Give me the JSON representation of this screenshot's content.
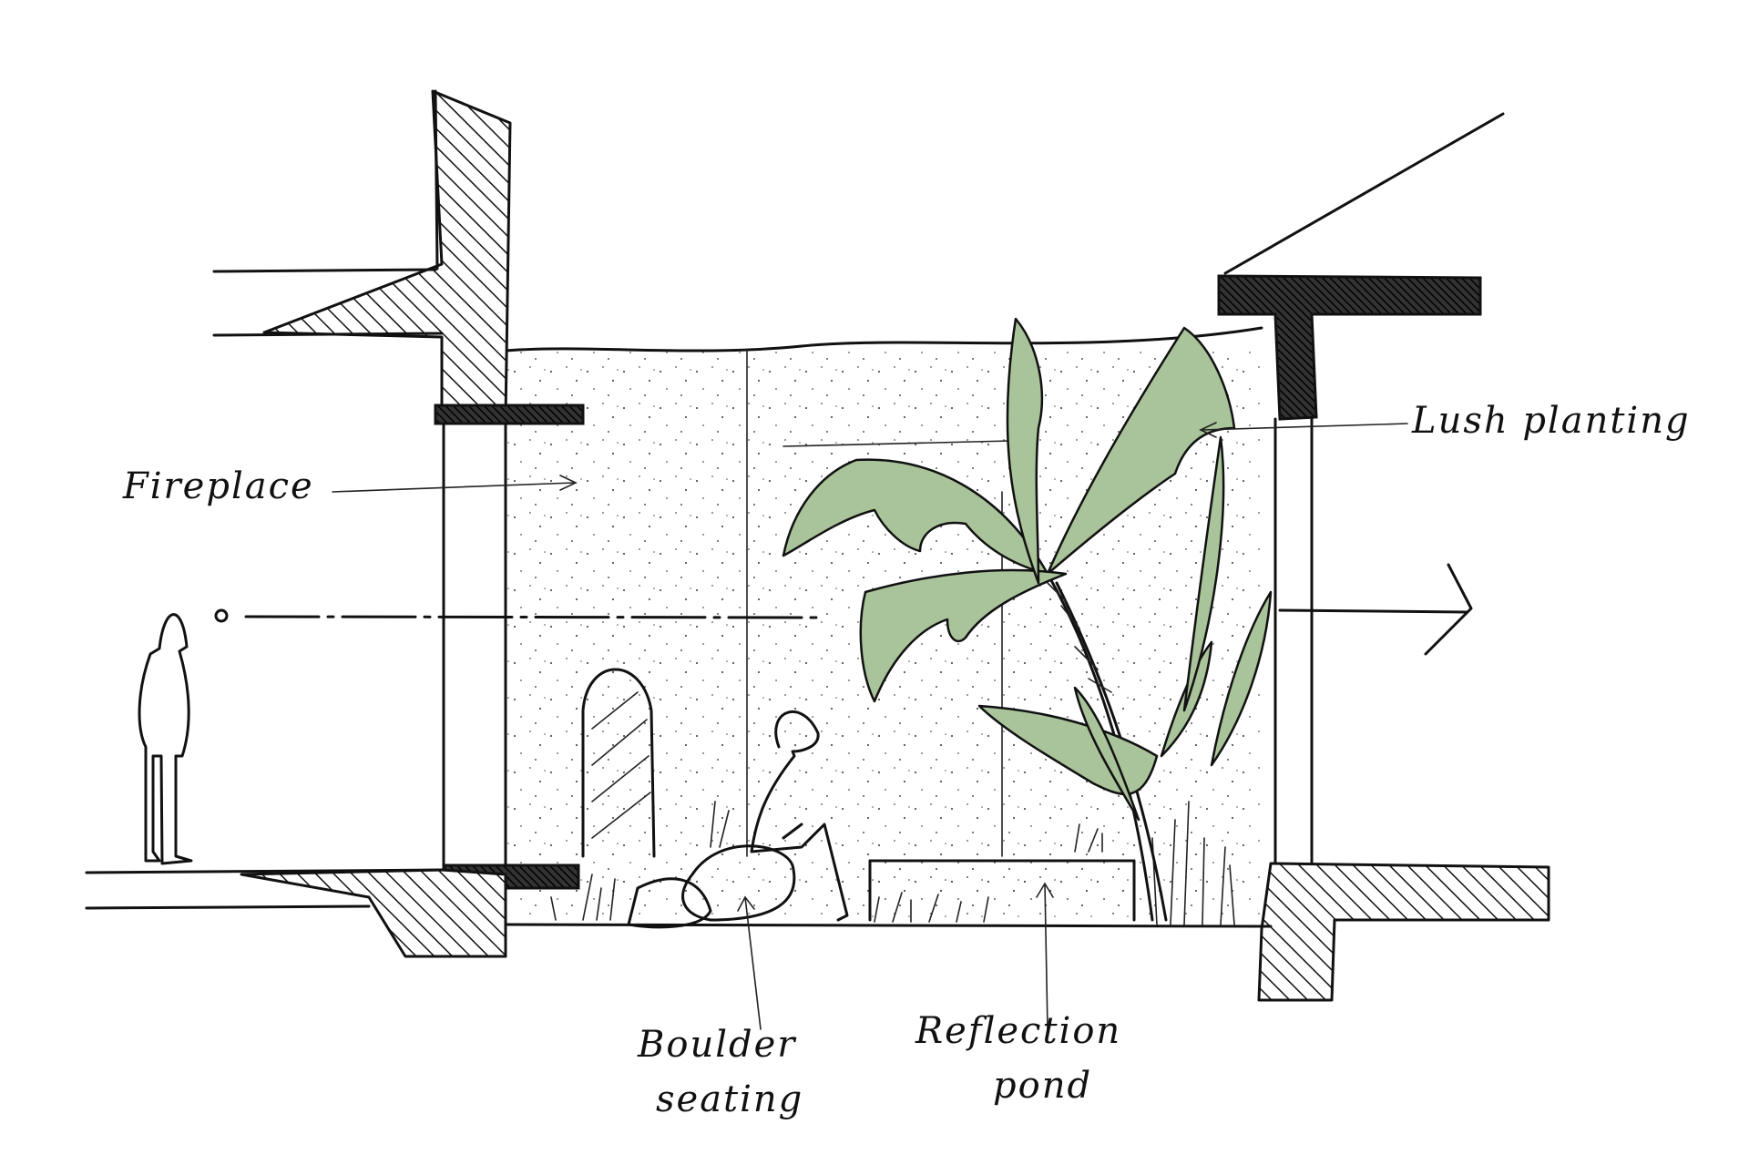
{
  "labels": {
    "fireplace": "Fireplace",
    "lush_planting": "Lush planting",
    "boulder_seating_line1": "Boulder",
    "boulder_seating_line2": "seating",
    "reflection_pond_line1": "Reflection",
    "reflection_pond_line2": "pond",
    "level_marker": "0"
  },
  "colors": {
    "ink": "#111111",
    "leaf": "#a9c39a",
    "paper": "#ffffff"
  }
}
